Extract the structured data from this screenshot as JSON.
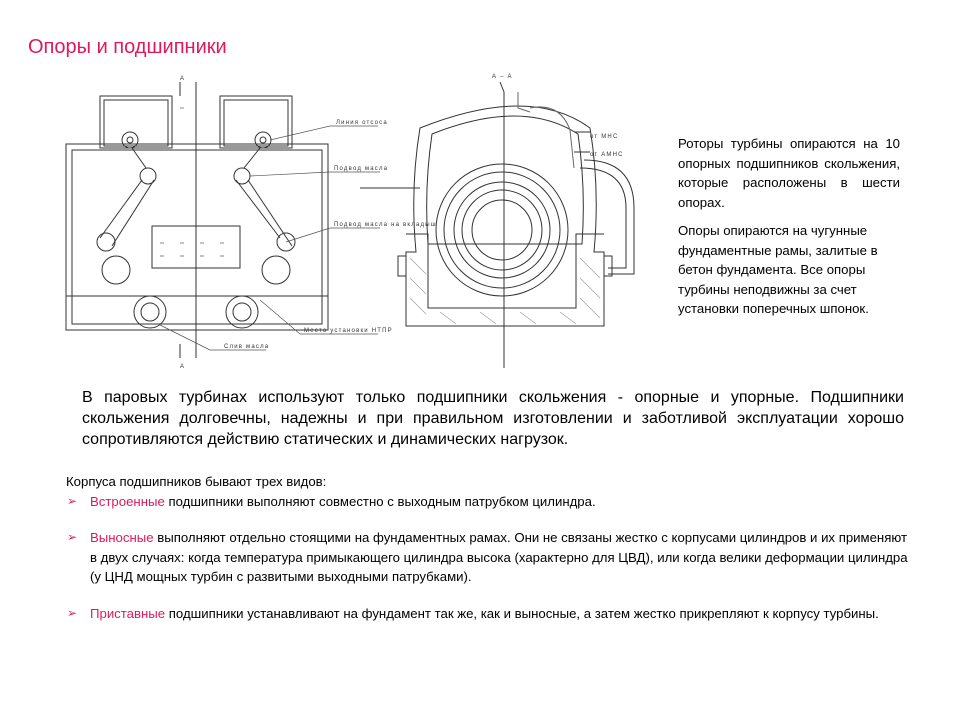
{
  "title": "Опоры и подшипники",
  "side": {
    "p1": "Роторы турбины опираются на 10 опорных подшипников скольжения, которые расположены в шести опорах.",
    "p2": "Опоры опираются на чугунные фундаментные рамы, залитые в бетон фундамента. Все опоры турбины неподвижны за счет установки поперечных шпонок."
  },
  "main_paragraph": "В паровых турбинах используют только подшипники скольжения - опорные и упорные. Подшипники скольжения долговечны, надежны и при правильном изготовлении и заботливой эксплуатации хорошо сопротивляются действию статических и динамических нагрузок.",
  "list": {
    "intro": "Корпуса подшипников бывают трех видов:",
    "bullet_glyph": "➢",
    "items": [
      {
        "keyword": "Встроенные",
        "text": " подшипники выполняют совместно с выходным патрубком цилиндра."
      },
      {
        "keyword": "Выносные",
        "text": " выполняют отдельно стоящими на фундаментных рамах. Они не связаны жестко с корпусами цилиндров и их применяют в двух случаях: когда температура примыкающего цилиндра высока (характерно для ЦВД), или когда велики деформации цилиндра (у ЦНД мощных турбин с развитыми выходными патрубками)."
      },
      {
        "keyword": "Приставные",
        "text": " подшипники устанавливают на фундамент так же, как и выносные, а затем жестко прикрепляют к корпусу турбины."
      }
    ]
  },
  "drawing_labels": {
    "section_a": "А",
    "section_aa": "А – А",
    "label_1": "Линия отсоса",
    "label_2": "Подвод масла",
    "label_3": "Подвод масла на вкладыш",
    "label_4": "Место установки НТПР",
    "label_5": "Слив масла",
    "label_6": "от МНС",
    "label_7": "от АМНС"
  },
  "colors": {
    "accent": "#e0195a",
    "text": "#000000",
    "line": "#333333"
  }
}
